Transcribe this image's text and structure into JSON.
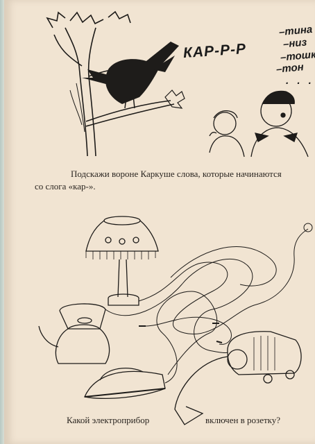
{
  "header": {
    "crow_call": "КАР-Р-Р",
    "endings": [
      "–тина",
      "–низ",
      "–тошка",
      "–тон",
      ". . . ."
    ]
  },
  "task": {
    "line1": "Подскажи вороне Каркуше слова, которые начинаются",
    "line2": "со слога «кар-»."
  },
  "question": {
    "left": "Какой электроприбор",
    "right": "включен в розетку?"
  }
}
